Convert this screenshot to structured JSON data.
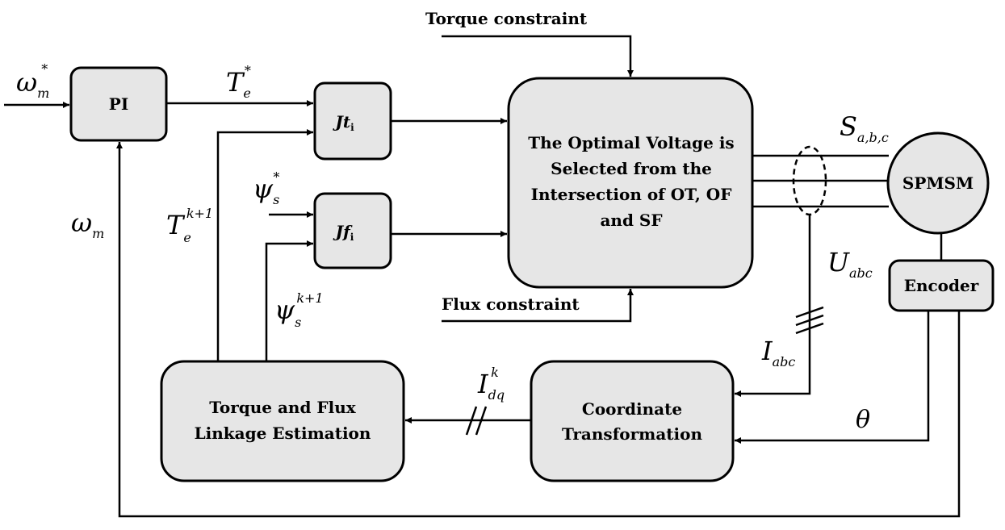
{
  "blocks": {
    "pi": "PI",
    "jt_main": "Jt",
    "jt_sub": "i",
    "jf_main": "Jf",
    "jf_sub": "i",
    "optimal_line1": "The Optimal Voltage is",
    "optimal_line2": "Selected from the",
    "optimal_line3": "Intersection of OT, OF",
    "optimal_line4": "and SF",
    "motor": "SPMSM",
    "encoder": "Encoder",
    "coord_line1": "Coordinate",
    "coord_line2": "Transformation",
    "est_line1": "Torque and Flux",
    "est_line2": "Linkage Estimation"
  },
  "labels": {
    "torque_constraint": "Torque constraint",
    "flux_constraint": "Flux constraint"
  },
  "signals": {
    "omega_ref_main": "ω",
    "omega_ref_sub": "m",
    "omega_ref_sup": "*",
    "te_ref_main": "T",
    "te_ref_sub": "e",
    "te_ref_sup": "*",
    "te_next_main": "T",
    "te_next_sub": "e",
    "te_next_sup": "k+1",
    "psi_ref_main": "ψ",
    "psi_ref_sub": "s",
    "psi_ref_sup": "*",
    "psi_next_main": "ψ",
    "psi_next_sub": "s",
    "psi_next_sup": "k+1",
    "omega_fb_main": "ω",
    "omega_fb_sub": "m",
    "s_main": "S",
    "s_sub": "a,b,c",
    "u_main": "U",
    "u_sub": "abc",
    "i_main": "I",
    "i_sub": "abc",
    "idq_main": "I",
    "idq_sub": "dq",
    "idq_sup": "k",
    "theta": "θ"
  }
}
